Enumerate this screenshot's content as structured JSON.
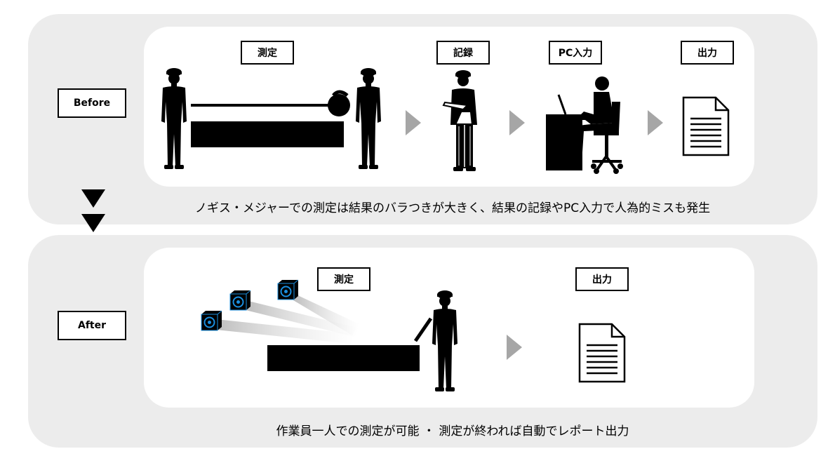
{
  "before": {
    "side_label": "Before",
    "steps": {
      "measure": "測定",
      "record": "記録",
      "pc_input": "PC入力",
      "output": "出力"
    },
    "caption": "ノギス・メジャーでの測定は結果のバラつきが大きく、結果の記録やPC入力で人為的ミスも発生"
  },
  "after": {
    "side_label": "After",
    "steps": {
      "measure": "測定",
      "output": "出力"
    },
    "caption": "作業員一人での測定が可能 ・ 測定が終われば自動でレポート出力"
  },
  "colors": {
    "panel_bg": "#ececec",
    "step_arrow": "#a6a6a6",
    "camera_accent": "#1a8fe0"
  },
  "icons": [
    "worker-icon",
    "tape-measure-icon",
    "clipboard-worker-icon",
    "pc-worker-icon",
    "document-icon",
    "camera-icon",
    "down-arrow-icon",
    "step-arrow-icon"
  ]
}
